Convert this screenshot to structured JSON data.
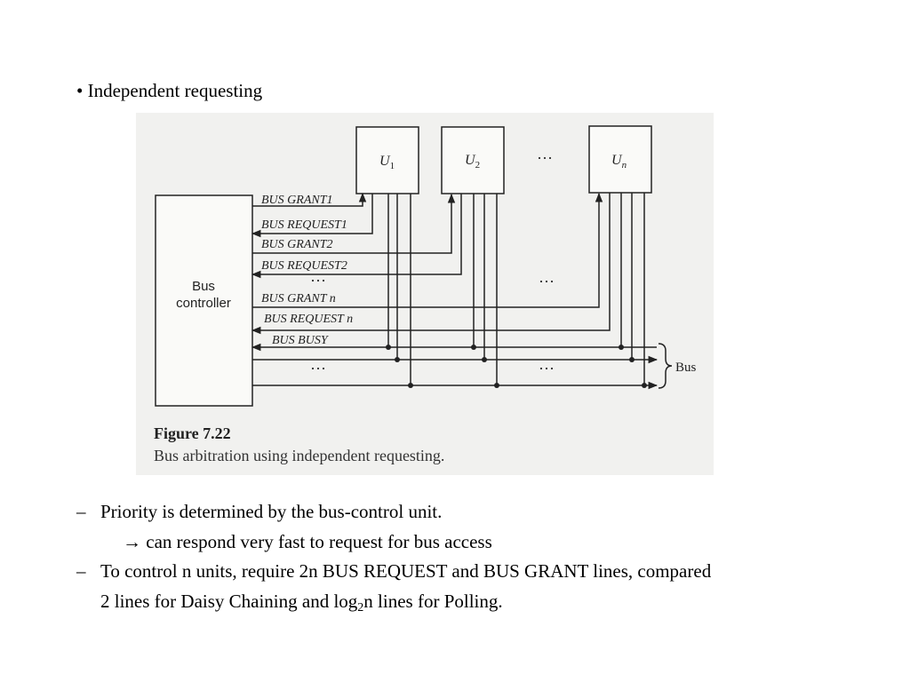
{
  "heading": "• Independent requesting",
  "figure": {
    "units": {
      "u1": {
        "letter": "U",
        "sub": "1"
      },
      "u2": {
        "letter": "U",
        "sub": "2"
      },
      "un": {
        "letter": "U",
        "sub": "n"
      }
    },
    "ellipsis": "···",
    "controller_label_1": "Bus",
    "controller_label_2": "controller",
    "signals": {
      "grant1": "BUS GRANT1",
      "request1": "BUS REQUEST1",
      "grant2": "BUS GRANT2",
      "request2": "BUS REQUEST2",
      "grantn": "BUS GRANT n",
      "requestn": "BUS REQUEST n",
      "busy": "BUS BUSY"
    },
    "bus_label": "Bus",
    "caption_title": "Figure 7.22",
    "caption_text": "Bus arbitration using independent requesting."
  },
  "bullets": {
    "dash": "–",
    "b1": "Priority is determined by the bus-control unit.",
    "b1_sub": "→ can respond very fast to request for bus access",
    "b2_line1": "To control n units, require 2n BUS REQUEST and BUS GRANT lines, compared",
    "b2_line2_pre": "2 lines for Daisy Chaining and log",
    "b2_line2_sub": "2",
    "b2_line2_post": "n lines for Polling."
  }
}
